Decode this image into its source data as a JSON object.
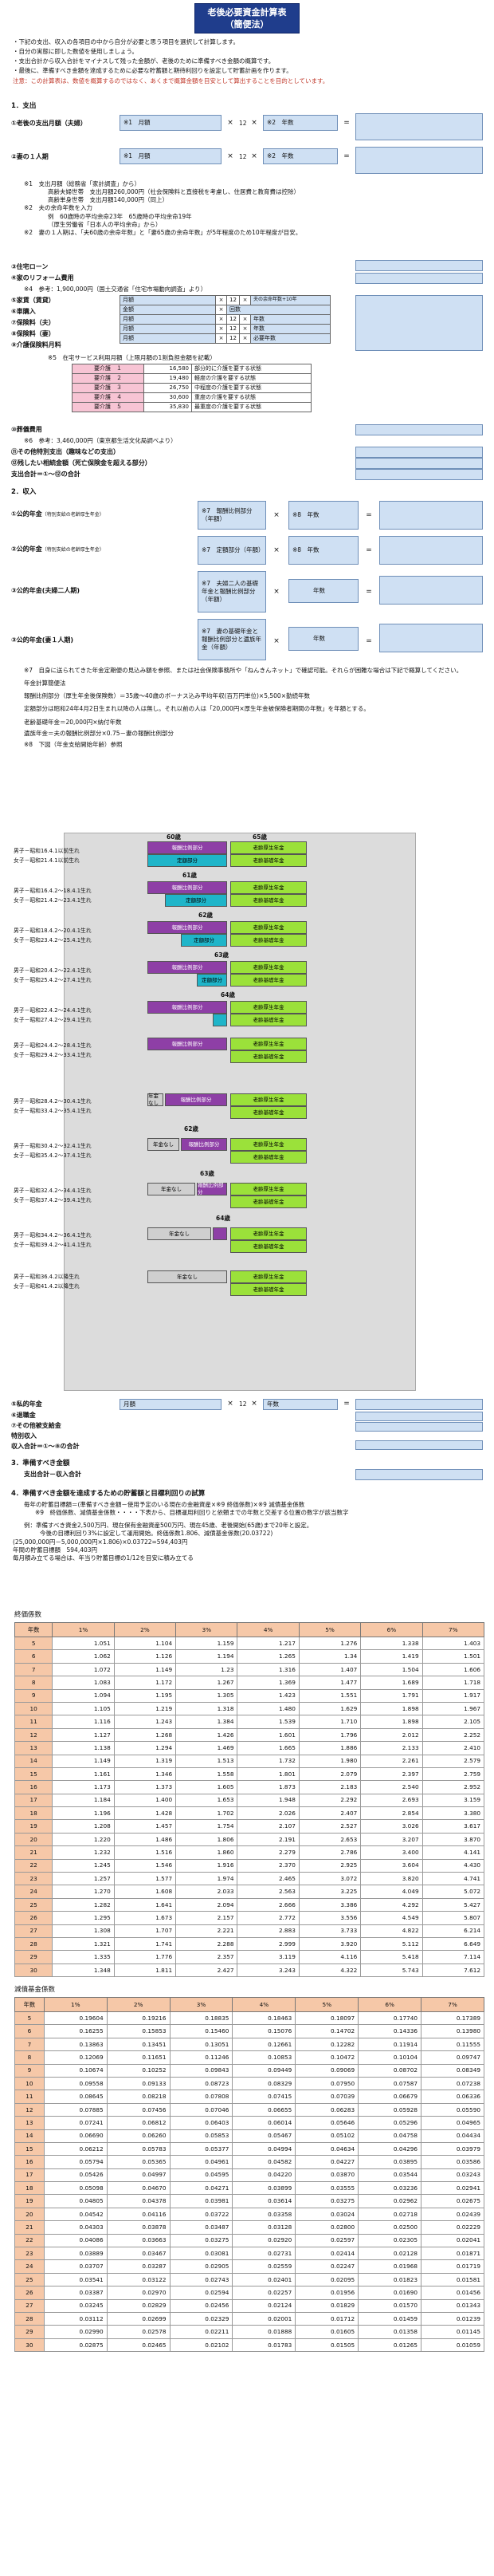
{
  "title": {
    "line1": "老後必要資金計算表",
    "line2": "（簡便法）"
  },
  "intro": [
    "・下記の支出、収入の各項目の中から自分が必要と思う項目を選択して計算します。",
    "・自分の実態に即した数値を使用しましょう。",
    "・支出合計から収入合計をマイナスして残った金額が、老後のために準備すべき金額の概算です。",
    "・最後に、準備すべき金額を達成するために必要な貯蓄額と期待利回りを設定して貯蓄計画を作ります。"
  ],
  "intro_note": "注意：この計算表は、数値を概算するのではなく、あくまで概算金額を目安として算出することを目的としています。",
  "sec1": "1．支出",
  "exp1": {
    "label": "①老後の支出月額（夫婦）",
    "note": "※1　月額",
    "times1": "×",
    "twelve": "12",
    "times2": "×",
    "years": "※2　年数",
    "eq": "="
  },
  "exp2": {
    "label": "②妻の１人期",
    "note": "※1　月額",
    "twelve": "12",
    "years": "※2　年数"
  },
  "notes1": [
    "※1　支出月額（総務省「家計調査」から）",
    "高齢夫婦世帯　支出月額260,000円（社会保険料と直接税を考慮し、住居費と教育費は控除）",
    "高齢単身世帯　支出月額140,000円（同上）",
    "※2　夫の余命年数を入力",
    "例　60歳時の平均余命23年　65歳時の平均余命19年",
    "（厚生労働省「日本人の平均余命」から）",
    "※2　妻の１人期は、「夫60歳の余命年数」と「妻65歳の余命年数」が5年程度のため10年程度が目安。"
  ],
  "items1": {
    "house": "③住宅ローン",
    "reform": "④家のリフォーム費用",
    "reform_note": "※4　参考：1,900,000円（国土交通省「住宅市場動向調査」より）"
  },
  "care": {
    "rows": [
      {
        "label": "⑤家賃（賃貸）",
        "c1": "月額",
        "c2": "×",
        "c3": "12",
        "c4": "×",
        "c5": "夫の余命年数+10年"
      },
      {
        "label": "⑥車購入",
        "c1": "金額",
        "c2": "×",
        "c3": "回数"
      },
      {
        "label": "⑦保険料（夫）",
        "c1": "月額",
        "c2": "×",
        "c3": "12",
        "c4": "×",
        "c5": "年数"
      },
      {
        "label": "⑧保険料（妻）",
        "c1": "月額",
        "c2": "×",
        "c3": "12",
        "c4": "×",
        "c5": "年数"
      },
      {
        "label": "⑨介護保険料月料",
        "c1": "月額",
        "c2": "×",
        "c3": "12",
        "c4": "×",
        "c5": "必要年数"
      }
    ],
    "table_head": "※5　在宅サービス利用月額（上限月額の1割負担金額を記載）",
    "levels": [
      {
        "lv": "要介護　１",
        "amt": "16,580",
        "desc": "部分的に介護を要する状態"
      },
      {
        "lv": "要介護　２",
        "amt": "19,480",
        "desc": "軽度の介護を要する状態"
      },
      {
        "lv": "要介護　３",
        "amt": "26,750",
        "desc": "中程度の介護を要する状態"
      },
      {
        "lv": "要介護　４",
        "amt": "30,600",
        "desc": "重度の介護を要する状態"
      },
      {
        "lv": "要介護　５",
        "amt": "35,830",
        "desc": "最重度の介護を要する状態"
      }
    ]
  },
  "funeral": {
    "label": "⑩葬儀費用",
    "note": "※6　参考：3,460,000円（東京都生活文化局調べより）",
    "other": "⑪その他特別支出（趣味などの支出）",
    "other2": "⑫残したい相続金額（死亡保険金を超える部分）",
    "total": "支出合計＝①～⑫の合計"
  },
  "sec2": "2．収入",
  "inc": [
    {
      "label": "①公的年金",
      "sub": "（特別支給の老齢厚生年金）",
      "n1": "※7　報酬比例部分（年額）",
      "n2": "※8　年数"
    },
    {
      "label": "②公的年金",
      "sub": "（特別支給の老齢厚生年金）",
      "n1": "※7　定額部分（年額）",
      "n2": "※8　年数"
    },
    {
      "label": "③公的年金(夫婦二人期)",
      "sub": "",
      "n1": "※7　夫婦二人の基礎年金と報酬比例部分（年額）",
      "n2": "年数"
    },
    {
      "label": "③公的年金(妻１人期)",
      "sub": "",
      "n1": "※7　妻の基礎年金と報酬比例部分と遺族年金（年額）",
      "n2": "年数"
    }
  ],
  "notes2": [
    "※7　自身に送られてきた年金定期便の見込み額を参照、または社会保険事務所や「ねんきんネット」で確認可能。それらが困難な場合は下記で概算してください。",
    "年金計算簡便法",
    "報酬比例部分（厚生年金後保険数）＝35歳〜40歳のボーナス込み平均年収(百万円単位)×5,500×勤続年数",
    "定額部分は昭和24年4月2日生まれ以降の人は無し。それ以前の人は「20,000円×厚生年金被保険者期間の年数」を年額とする。",
    "老齢基礎年金＝20,000円×納付年数",
    "遺族年金＝夫の報酬比例部分×0.75－妻の報酬比例部分",
    "※8　下図（年金支給開始年齢）参照"
  ],
  "chart": {
    "ages": [
      "60歳",
      "65歳",
      "61歳",
      "62歳",
      "63歳",
      "64歳",
      "62歳",
      "63歳",
      "64歳"
    ],
    "groups": [
      {
        "male": "男子－昭和16.4.1以前生れ",
        "female": "女子－昭和21.4.1以前生れ"
      },
      {
        "male": "男子－昭和16.4.2～18.4.1生れ",
        "female": "女子－昭和21.4.2～23.4.1生れ"
      },
      {
        "male": "男子－昭和18.4.2～20.4.1生れ",
        "female": "女子－昭和23.4.2～25.4.1生れ"
      },
      {
        "male": "男子－昭和20.4.2～22.4.1生れ",
        "female": "女子－昭和25.4.2～27.4.1生れ"
      },
      {
        "male": "男子－昭和22.4.2～24.4.1生れ",
        "female": "女子－昭和27.4.2～29.4.1生れ"
      },
      {
        "male": "男子－昭和24.4.2～28.4.1生れ",
        "female": "女子－昭和29.4.2～33.4.1生れ"
      },
      {
        "male": "男子－昭和28.4.2～30.4.1生れ",
        "female": "女子－昭和33.4.2～35.4.1生れ"
      },
      {
        "male": "男子－昭和30.4.2～32.4.1生れ",
        "female": "女子－昭和35.4.2～37.4.1生れ"
      },
      {
        "male": "男子－昭和32.4.2～34.4.1生れ",
        "female": "女子－昭和37.4.2～39.4.1生れ"
      },
      {
        "male": "男子－昭和34.4.2～36.4.1生れ",
        "female": "女子－昭和39.4.2～41.4.1生れ"
      },
      {
        "male": "男子－昭和36.4.2以降生れ",
        "female": "女子－昭和41.4.2以降生れ"
      }
    ],
    "bars": {
      "hoshu": "報酬比例部分",
      "teigaku": "定額部分",
      "kosei": "老齢厚生年金",
      "kiso": "老齢基礎年金",
      "nenkin": "年金なし"
    }
  },
  "inc_other": {
    "private": "⑤私的年金",
    "month": "月額",
    "twelve": "12",
    "years": "年数",
    "retire": "⑥退職金",
    "other": "⑦その他被支給金",
    "special": "特別収入",
    "total": "収入合計＝①～⑧の合計"
  },
  "sec3": {
    "title": "3．準備すべき金額",
    "line": "支出合計－収入合計"
  },
  "sec4": {
    "title": "4．準備すべき金額を達成するための貯蓄額と目標利回りの試算",
    "l1": "毎年の貯蓄目標額＝(準備すべき金額－使用予定のいる現在の金融資産×※9 終価係数)×※9 減債基金係数",
    "l2": "※9　終価係数、減債基金係数・・・・下表から、目標運用利回りと依頼までの年数と交差する位置の数字が該当数字",
    "l3": "例：準備すべき資金2,500万円、現在保有金融資産500万円、現在45歳、老後開始(65歳)まで20年と設定。",
    "l4": "今後の目標利回り3%に設定して運用開始。終価係数1.806、減債基金係数(20.03722)",
    "l5": "(25,000,000円－5,000,000円×1.806)×0.03722=594,403円",
    "l6": "年間の貯蓄目標額　594,403円",
    "l7": "毎月積み立てる場合は、年当り貯蓄目標の1/12を目安に積み立てる"
  },
  "fv": {
    "title": "終価係数",
    "head": [
      "年数",
      "1%",
      "2%",
      "3%",
      "4%",
      "5%",
      "6%",
      "7%"
    ],
    "rows": [
      [
        "5",
        "1.051",
        "1.104",
        "1.159",
        "1.217",
        "1.276",
        "1.338",
        "1.403"
      ],
      [
        "6",
        "1.062",
        "1.126",
        "1.194",
        "1.265",
        "1.34",
        "1.419",
        "1.501"
      ],
      [
        "7",
        "1.072",
        "1.149",
        "1.23",
        "1.316",
        "1.407",
        "1.504",
        "1.606"
      ],
      [
        "8",
        "1.083",
        "1.172",
        "1.267",
        "1.369",
        "1.477",
        "1.689",
        "1.718"
      ],
      [
        "9",
        "1.094",
        "1.195",
        "1.305",
        "1.423",
        "1.551",
        "1.791",
        "1.917"
      ],
      [
        "10",
        "1.105",
        "1.219",
        "1.318",
        "1.480",
        "1.629",
        "1.898",
        "1.967"
      ],
      [
        "11",
        "1.116",
        "1.243",
        "1.384",
        "1.539",
        "1.710",
        "1.898",
        "2.105"
      ],
      [
        "12",
        "1.127",
        "1.268",
        "1.426",
        "1.601",
        "1.796",
        "2.012",
        "2.252"
      ],
      [
        "13",
        "1.138",
        "1.294",
        "1.469",
        "1.665",
        "1.886",
        "2.133",
        "2.410"
      ],
      [
        "14",
        "1.149",
        "1.319",
        "1.513",
        "1.732",
        "1.980",
        "2.261",
        "2.579"
      ],
      [
        "15",
        "1.161",
        "1.346",
        "1.558",
        "1.801",
        "2.079",
        "2.397",
        "2.759"
      ],
      [
        "16",
        "1.173",
        "1.373",
        "1.605",
        "1.873",
        "2.183",
        "2.540",
        "2.952"
      ],
      [
        "17",
        "1.184",
        "1.400",
        "1.653",
        "1.948",
        "2.292",
        "2.693",
        "3.159"
      ],
      [
        "18",
        "1.196",
        "1.428",
        "1.702",
        "2.026",
        "2.407",
        "2.854",
        "3.380"
      ],
      [
        "19",
        "1.208",
        "1.457",
        "1.754",
        "2.107",
        "2.527",
        "3.026",
        "3.617"
      ],
      [
        "20",
        "1.220",
        "1.486",
        "1.806",
        "2.191",
        "2.653",
        "3.207",
        "3.870"
      ],
      [
        "21",
        "1.232",
        "1.516",
        "1.860",
        "2.279",
        "2.786",
        "3.400",
        "4.141"
      ],
      [
        "22",
        "1.245",
        "1.546",
        "1.916",
        "2.370",
        "2.925",
        "3.604",
        "4.430"
      ],
      [
        "23",
        "1.257",
        "1.577",
        "1.974",
        "2.465",
        "3.072",
        "3.820",
        "4.741"
      ],
      [
        "24",
        "1.270",
        "1.608",
        "2.033",
        "2.563",
        "3.225",
        "4.049",
        "5.072"
      ],
      [
        "25",
        "1.282",
        "1.641",
        "2.094",
        "2.666",
        "3.386",
        "4.292",
        "5.427"
      ],
      [
        "26",
        "1.295",
        "1.673",
        "2.157",
        "2.772",
        "3.556",
        "4.549",
        "5.807"
      ],
      [
        "27",
        "1.308",
        "1.707",
        "2.221",
        "2.883",
        "3.733",
        "4.822",
        "6.214"
      ],
      [
        "28",
        "1.321",
        "1.741",
        "2.288",
        "2.999",
        "3.920",
        "5.112",
        "6.649"
      ],
      [
        "29",
        "1.335",
        "1.776",
        "2.357",
        "3.119",
        "4.116",
        "5.418",
        "7.114"
      ],
      [
        "30",
        "1.348",
        "1.811",
        "2.427",
        "3.243",
        "4.322",
        "5.743",
        "7.612"
      ]
    ]
  },
  "sf": {
    "title": "減債基金係数",
    "head": [
      "年数",
      "1%",
      "2%",
      "3%",
      "4%",
      "5%",
      "6%",
      "7%"
    ],
    "rows": [
      [
        "5",
        "0.19604",
        "0.19216",
        "0.18835",
        "0.18463",
        "0.18097",
        "0.17740",
        "0.17389"
      ],
      [
        "6",
        "0.16255",
        "0.15853",
        "0.15460",
        "0.15076",
        "0.14702",
        "0.14336",
        "0.13980"
      ],
      [
        "7",
        "0.13863",
        "0.13451",
        "0.13051",
        "0.12661",
        "0.12282",
        "0.11914",
        "0.11555"
      ],
      [
        "8",
        "0.12069",
        "0.11651",
        "0.11246",
        "0.10853",
        "0.10472",
        "0.10104",
        "0.09747"
      ],
      [
        "9",
        "0.10674",
        "0.10252",
        "0.09843",
        "0.09449",
        "0.09069",
        "0.08702",
        "0.08349"
      ],
      [
        "10",
        "0.09558",
        "0.09133",
        "0.08723",
        "0.08329",
        "0.07950",
        "0.07587",
        "0.07238"
      ],
      [
        "11",
        "0.08645",
        "0.08218",
        "0.07808",
        "0.07415",
        "0.07039",
        "0.06679",
        "0.06336"
      ],
      [
        "12",
        "0.07885",
        "0.07456",
        "0.07046",
        "0.06655",
        "0.06283",
        "0.05928",
        "0.05590"
      ],
      [
        "13",
        "0.07241",
        "0.06812",
        "0.06403",
        "0.06014",
        "0.05646",
        "0.05296",
        "0.04965"
      ],
      [
        "14",
        "0.06690",
        "0.06260",
        "0.05853",
        "0.05467",
        "0.05102",
        "0.04758",
        "0.04434"
      ],
      [
        "15",
        "0.06212",
        "0.05783",
        "0.05377",
        "0.04994",
        "0.04634",
        "0.04296",
        "0.03979"
      ],
      [
        "16",
        "0.05794",
        "0.05365",
        "0.04961",
        "0.04582",
        "0.04227",
        "0.03895",
        "0.03586"
      ],
      [
        "17",
        "0.05426",
        "0.04997",
        "0.04595",
        "0.04220",
        "0.03870",
        "0.03544",
        "0.03243"
      ],
      [
        "18",
        "0.05098",
        "0.04670",
        "0.04271",
        "0.03899",
        "0.03555",
        "0.03236",
        "0.02941"
      ],
      [
        "19",
        "0.04805",
        "0.04378",
        "0.03981",
        "0.03614",
        "0.03275",
        "0.02962",
        "0.02675"
      ],
      [
        "20",
        "0.04542",
        "0.04116",
        "0.03722",
        "0.03358",
        "0.03024",
        "0.02718",
        "0.02439"
      ],
      [
        "21",
        "0.04303",
        "0.03878",
        "0.03487",
        "0.03128",
        "0.02800",
        "0.02500",
        "0.02229"
      ],
      [
        "22",
        "0.04086",
        "0.03663",
        "0.03275",
        "0.02920",
        "0.02597",
        "0.02305",
        "0.02041"
      ],
      [
        "23",
        "0.03889",
        "0.03467",
        "0.03081",
        "0.02731",
        "0.02414",
        "0.02128",
        "0.01871"
      ],
      [
        "24",
        "0.03707",
        "0.03287",
        "0.02905",
        "0.02559",
        "0.02247",
        "0.01968",
        "0.01719"
      ],
      [
        "25",
        "0.03541",
        "0.03122",
        "0.02743",
        "0.02401",
        "0.02095",
        "0.01823",
        "0.01581"
      ],
      [
        "26",
        "0.03387",
        "0.02970",
        "0.02594",
        "0.02257",
        "0.01956",
        "0.01690",
        "0.01456"
      ],
      [
        "27",
        "0.03245",
        "0.02829",
        "0.02456",
        "0.02124",
        "0.01829",
        "0.01570",
        "0.01343"
      ],
      [
        "28",
        "0.03112",
        "0.02699",
        "0.02329",
        "0.02001",
        "0.01712",
        "0.01459",
        "0.01239"
      ],
      [
        "29",
        "0.02990",
        "0.02578",
        "0.02211",
        "0.01888",
        "0.01605",
        "0.01358",
        "0.01145"
      ],
      [
        "30",
        "0.02875",
        "0.02465",
        "0.02102",
        "0.01783",
        "0.01505",
        "0.01265",
        "0.01059"
      ]
    ]
  }
}
